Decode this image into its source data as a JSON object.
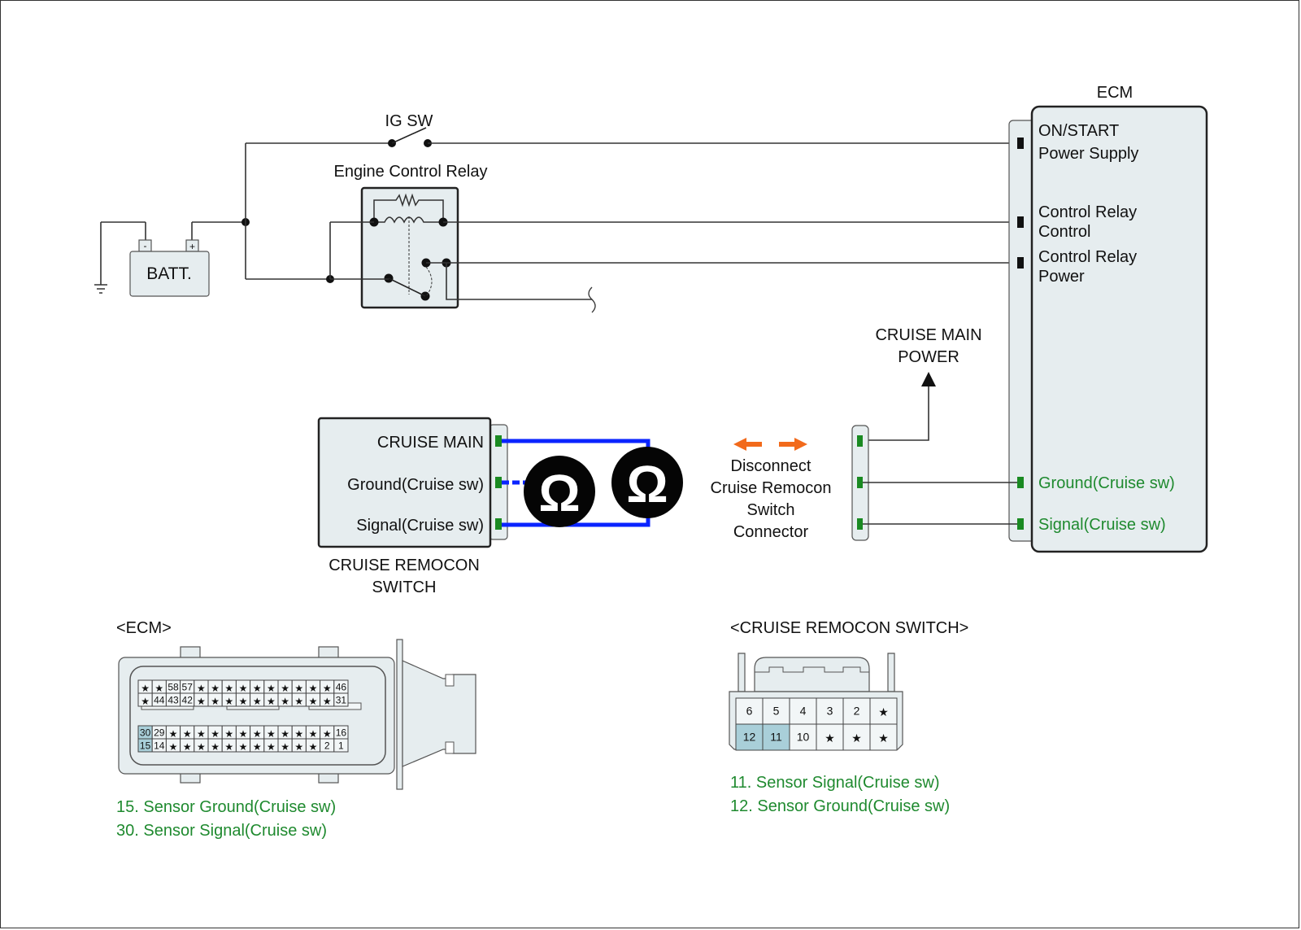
{
  "diagram": {
    "ig_switch_label": "IG SW",
    "relay_label": "Engine Control Relay",
    "battery_label": "BATT.",
    "battery_minus": "-",
    "battery_plus": "+",
    "ecm_title": "ECM",
    "ecm_pins": {
      "on_start_1": "ON/START",
      "on_start_2": "Power Supply",
      "relay_control_1": "Control Relay",
      "relay_control_2": "Control",
      "relay_power_1": "Control Relay",
      "relay_power_2": "Power",
      "ground": "Ground(Cruise sw)",
      "signal": "Signal(Cruise sw)"
    },
    "cruise_main_power_1": "CRUISE MAIN",
    "cruise_main_power_2": "POWER",
    "switch_box": {
      "pin_main": "CRUISE MAIN",
      "pin_ground": "Ground(Cruise sw)",
      "pin_signal": "Signal(Cruise sw)",
      "title_1": "CRUISE REMOCON",
      "title_2": "SWITCH"
    },
    "ohm_symbol": "Ω",
    "disconnect_note": [
      "Disconnect",
      "Cruise Remocon",
      "Switch",
      "Connector"
    ],
    "colors": {
      "wire_test": "#0a24ff",
      "highlight_text": "#1f8a2f",
      "arrow": "#f26a1b",
      "pin_highlight": "#a9cfd9"
    }
  },
  "ecm_connector": {
    "title": "<ECM>",
    "rows": [
      [
        "*",
        "*",
        "58",
        "57",
        "*",
        "*",
        "*",
        "*",
        "*",
        "*",
        "*",
        "*",
        "*",
        "*",
        "46"
      ],
      [
        "*",
        "44",
        "43",
        "42",
        "*",
        "*",
        "*",
        "*",
        "*",
        "*",
        "*",
        "*",
        "*",
        "*",
        "31"
      ],
      [
        "30",
        "29",
        "*",
        "*",
        "*",
        "*",
        "*",
        "*",
        "*",
        "*",
        "*",
        "*",
        "*",
        "*",
        "16"
      ],
      [
        "15",
        "14",
        "*",
        "*",
        "*",
        "*",
        "*",
        "*",
        "*",
        "*",
        "*",
        "*",
        "*",
        "2",
        "1"
      ]
    ],
    "highlighted": [
      "30",
      "15"
    ],
    "legend": [
      "15. Sensor Ground(Cruise sw)",
      "30. Sensor Signal(Cruise sw)"
    ]
  },
  "switch_connector": {
    "title": "<CRUISE REMOCON SWITCH>",
    "rows": [
      [
        "6",
        "5",
        "4",
        "3",
        "2",
        "*"
      ],
      [
        "12",
        "11",
        "10",
        "*",
        "*",
        "*"
      ]
    ],
    "highlighted": [
      "12",
      "11"
    ],
    "legend": [
      "11. Sensor Signal(Cruise sw)",
      "12. Sensor Ground(Cruise sw)"
    ]
  }
}
